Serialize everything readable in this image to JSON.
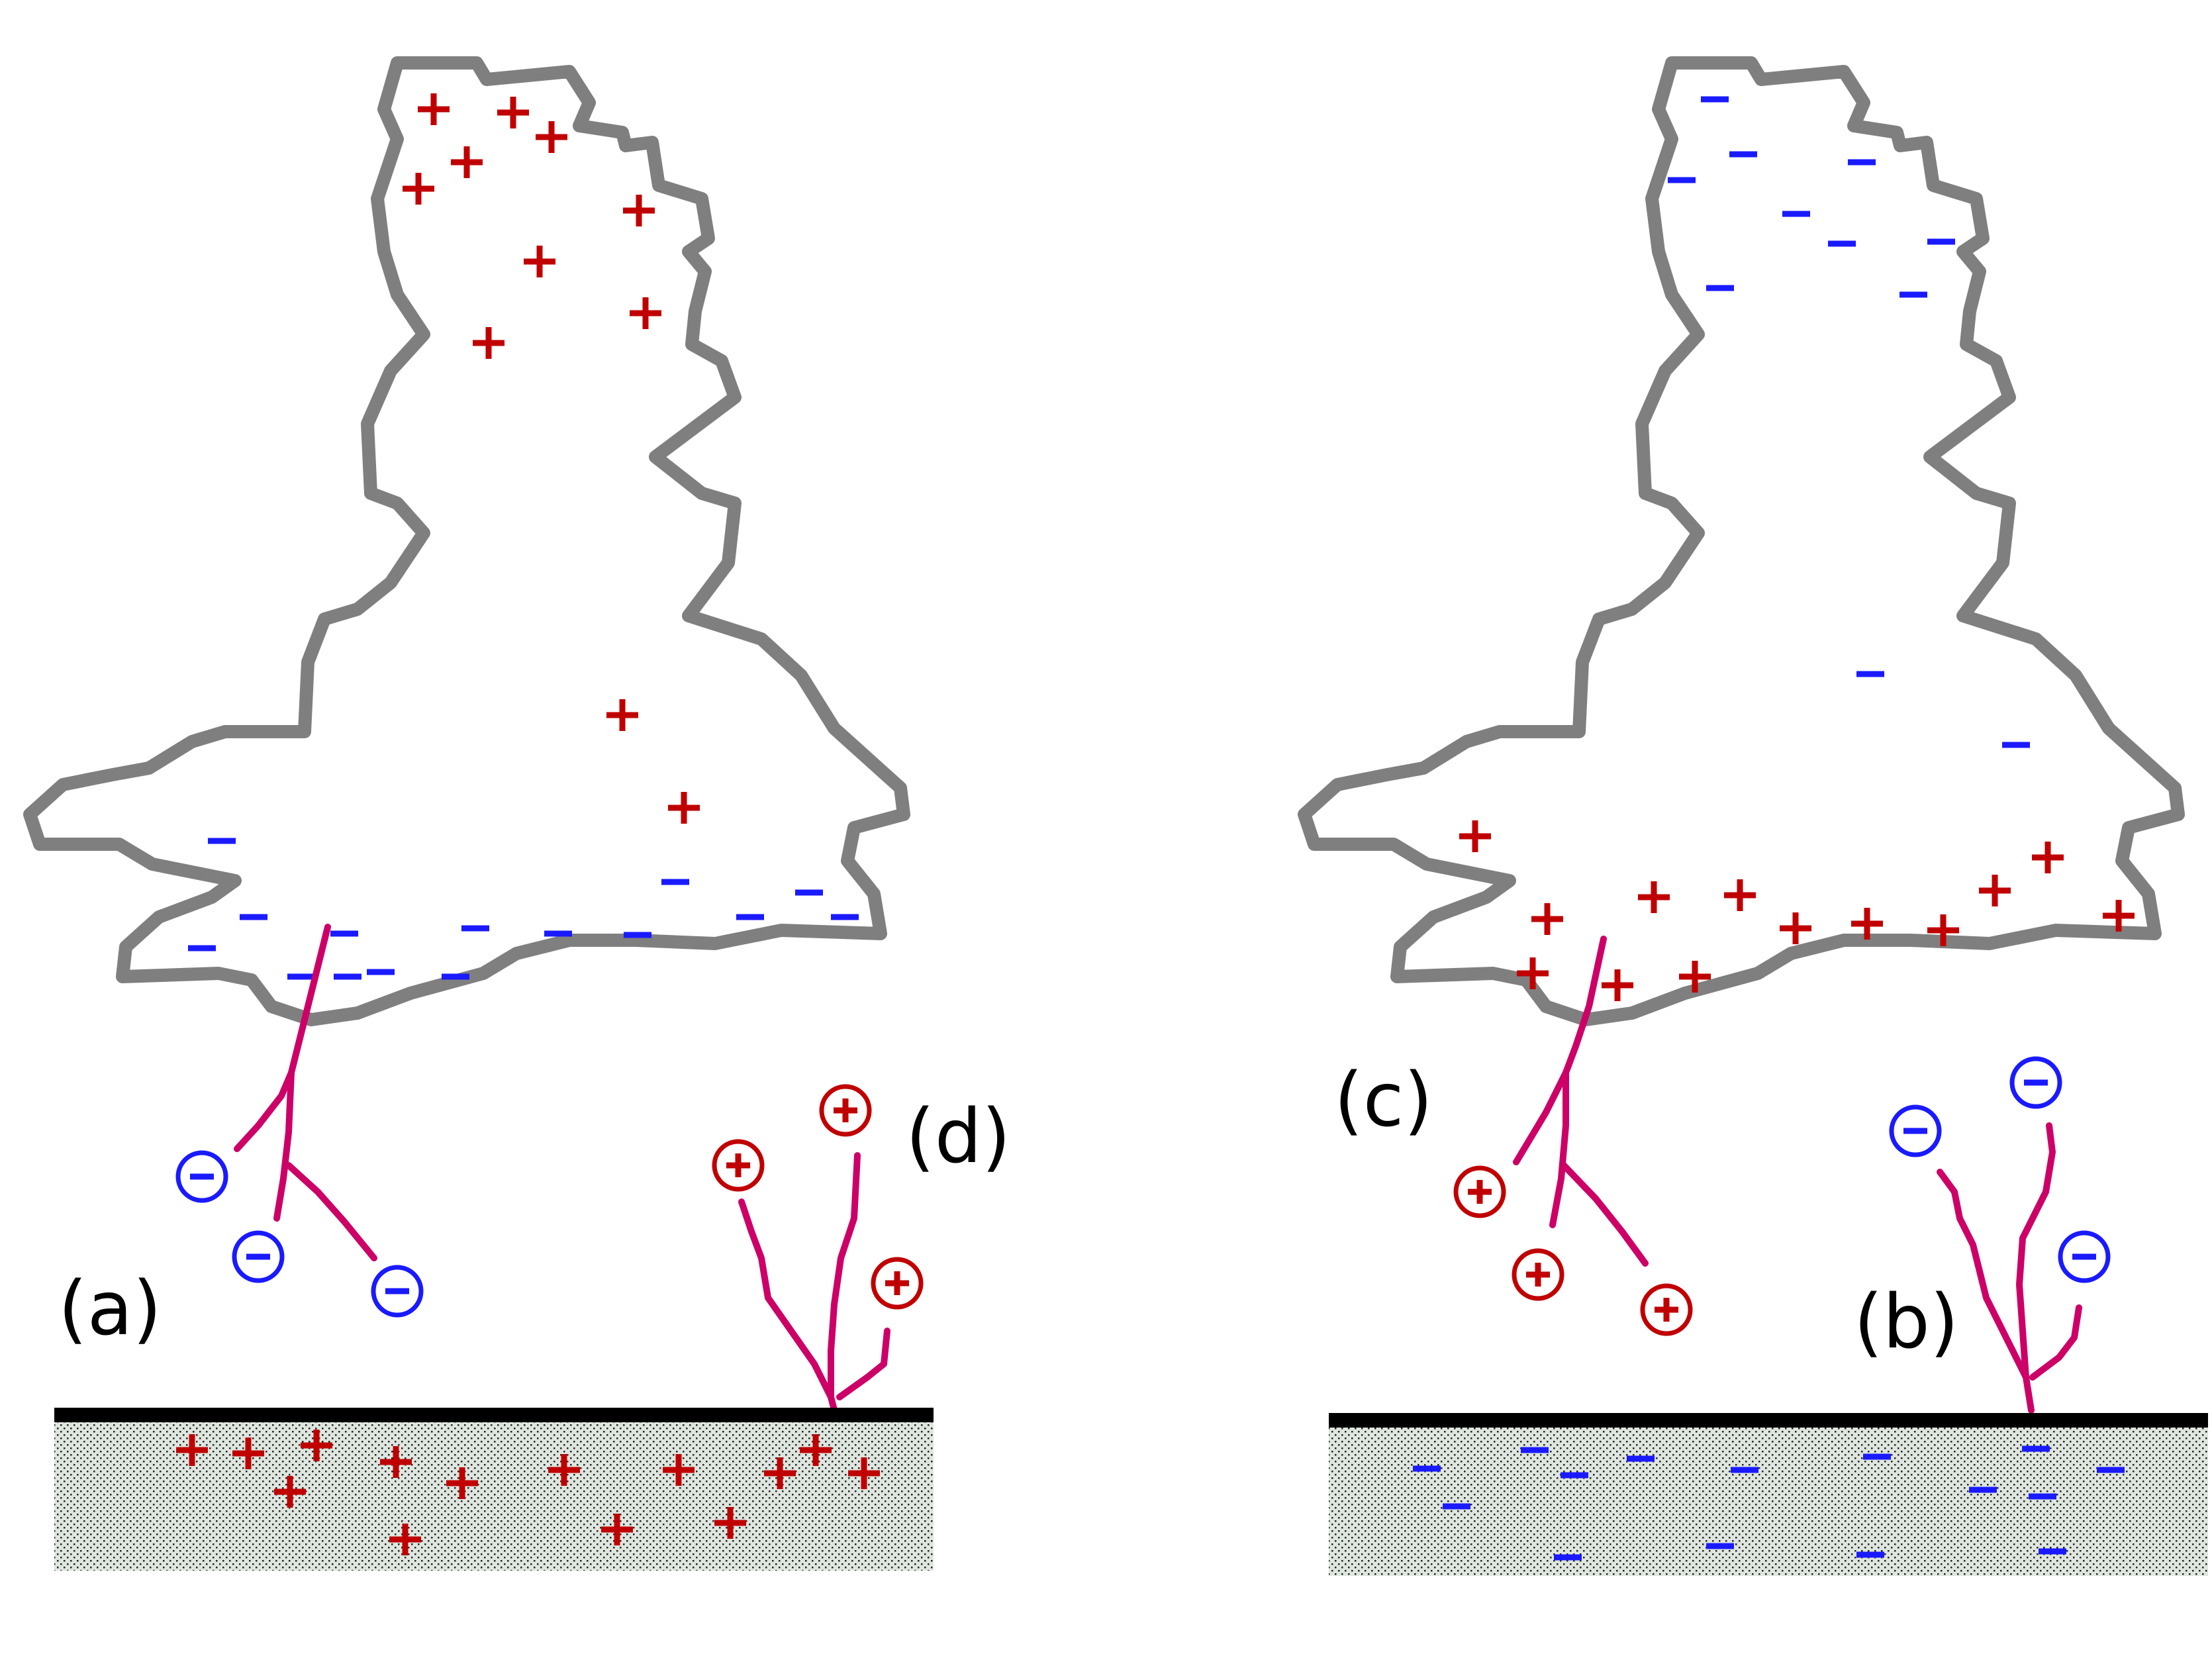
{
  "panels": {
    "left": {
      "labels": [
        "(a)",
        "(d)"
      ],
      "cloud_charges": {
        "upper": "+",
        "base": "−"
      },
      "leader_down_charge": "−",
      "leader_up_charge": "+",
      "ground_charge": "+"
    },
    "right": {
      "labels": [
        "(c)",
        "(b)"
      ],
      "cloud_charges": {
        "upper": "−",
        "base": "+"
      },
      "leader_down_charge": "+",
      "leader_up_charge": "−",
      "ground_charge": "−"
    }
  },
  "colors": {
    "cloud_outline": "#7f7f7f",
    "positive": "#c00000",
    "negative": "#1a1aff",
    "leader": "#cc0066",
    "ground_line": "#000000",
    "ground_fill": "#dfe6df"
  }
}
